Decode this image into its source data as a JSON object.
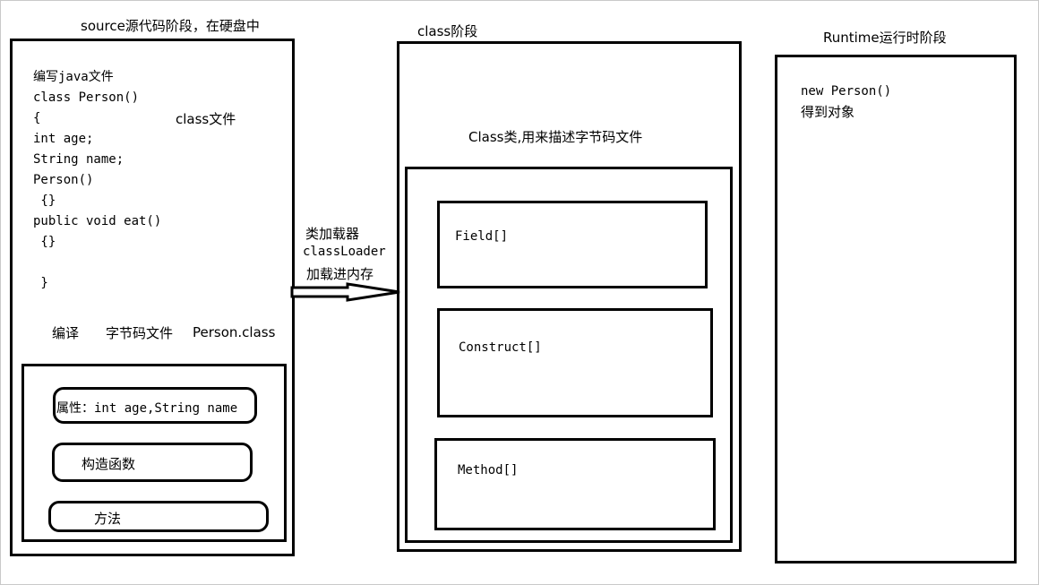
{
  "source_stage": {
    "title": "source源代码阶段，在硬盘中",
    "code_lines": [
      "编写java文件",
      "class Person()",
      "{",
      "int age;",
      "String name;",
      "Person()",
      " {}",
      "public void eat()",
      " {}",
      "",
      " }"
    ],
    "class_file_label": "class文件",
    "compile_label": "编译",
    "bytecode_label": "字节码文件",
    "person_class_label": "Person.class",
    "members": {
      "attributes": "属性：int age,String name",
      "constructor": "构造函数",
      "method": "方法"
    }
  },
  "loader": {
    "line1": "类加载器",
    "line2": "classLoader",
    "line3": "加载进内存"
  },
  "class_stage": {
    "title": "class阶段",
    "description": "Class类,用来描述字节码文件",
    "field": "Field[]",
    "construct": "Construct[]",
    "method": "Method[]"
  },
  "runtime_stage": {
    "title": "Runtime运行时阶段",
    "line1": "new Person()",
    "line2": "得到对象"
  }
}
